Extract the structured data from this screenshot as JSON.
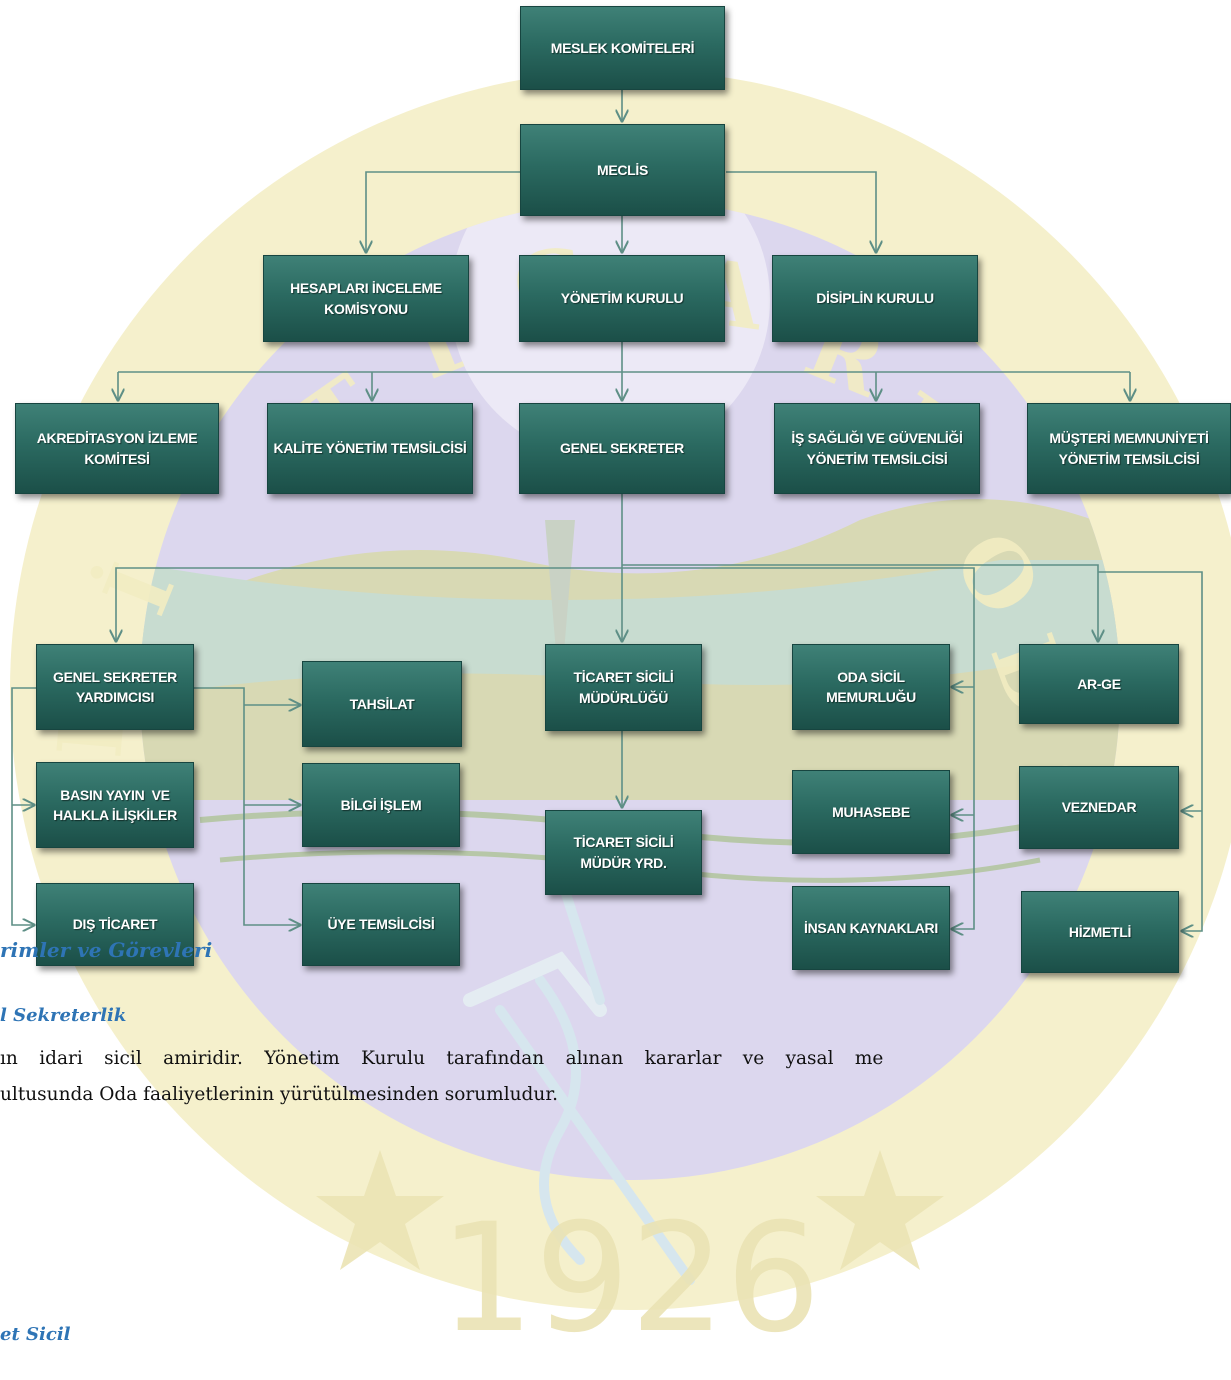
{
  "watermark": {
    "year": "1926",
    "arc_letters": [
      "T",
      "İ",
      "C",
      "A",
      "R",
      "E",
      "T",
      "O",
      "D",
      "A",
      "S",
      "I",
      "E",
      "R",
      "İ",
      "T"
    ],
    "color_ring": "#f4efc8",
    "color_inner": "#dcd6ee"
  },
  "org_chart": {
    "box_color": "#2b6a61",
    "line_color": "#5e8f86",
    "nodes": {
      "meslek_komiteleri": [
        "MESLEK KOMİTELERİ"
      ],
      "meclis": [
        "MECLİS"
      ],
      "hesaplari_inceleme": [
        "HESAPLARI İNCELEME",
        "KOMİSYONU"
      ],
      "yonetim_kurulu": [
        "YÖNETİM KURULU"
      ],
      "disiplin_kurulu": [
        "DİSİPLİN KURULU"
      ],
      "akreditasyon": [
        "AKREDİTASYON İZLEME",
        "KOMİTESİ"
      ],
      "kalite": [
        "KALİTE YÖNETİM TEMSİLCİSİ"
      ],
      "genel_sekreter": [
        "GENEL SEKRETER"
      ],
      "is_sagligi": [
        "İŞ SAĞLIĞI VE GÜVENLİĞİ",
        "YÖNETİM TEMSİLCİSİ"
      ],
      "musteri": [
        "MÜŞTERİ MEMNUNİYETİ",
        "YÖNETİM TEMSİLCİSİ"
      ],
      "genel_sekreter_yrd": [
        "GENEL SEKRETER",
        "YARDIMCISI"
      ],
      "basin_yayin": [
        "BASIN YAYIN  VE",
        "HALKLA İLİŞKİLER"
      ],
      "dis_ticaret": [
        "DIŞ TİCARET"
      ],
      "tahsilat": [
        "TAHSİLAT"
      ],
      "bilgi_islem": [
        "BİLGİ İŞLEM"
      ],
      "uye_temsilcisi": [
        "ÜYE TEMSİLCİSİ"
      ],
      "ticaret_sicili_mud": [
        "TİCARET SİCİLİ",
        "MÜDÜRLÜĞÜ"
      ],
      "ticaret_sicili_yrd": [
        "TİCARET SİCİLİ",
        "MÜDÜR YRD."
      ],
      "oda_sicil": [
        "ODA SİCİL",
        "MEMURLUĞU"
      ],
      "muhasebe": [
        "MUHASEBE"
      ],
      "insan_kaynaklari": [
        "İNSAN KAYNAKLARI"
      ],
      "ar_ge": [
        "AR-GE"
      ],
      "veznedar": [
        "VEZNEDAR"
      ],
      "hizmetli": [
        "HİZMETLİ"
      ]
    }
  },
  "text": {
    "heading1": "rimler ve Görevleri",
    "heading2": "l Sekreterlik",
    "para_line1": "ın idari sicil amiridir. Yönetim Kurulu tarafından alınan kararlar ve yasal me",
    "para_line2": "ultusunda Oda faaliyetlerinin yürütülmesinden sorumludur.",
    "heading3": "et Sicil"
  }
}
